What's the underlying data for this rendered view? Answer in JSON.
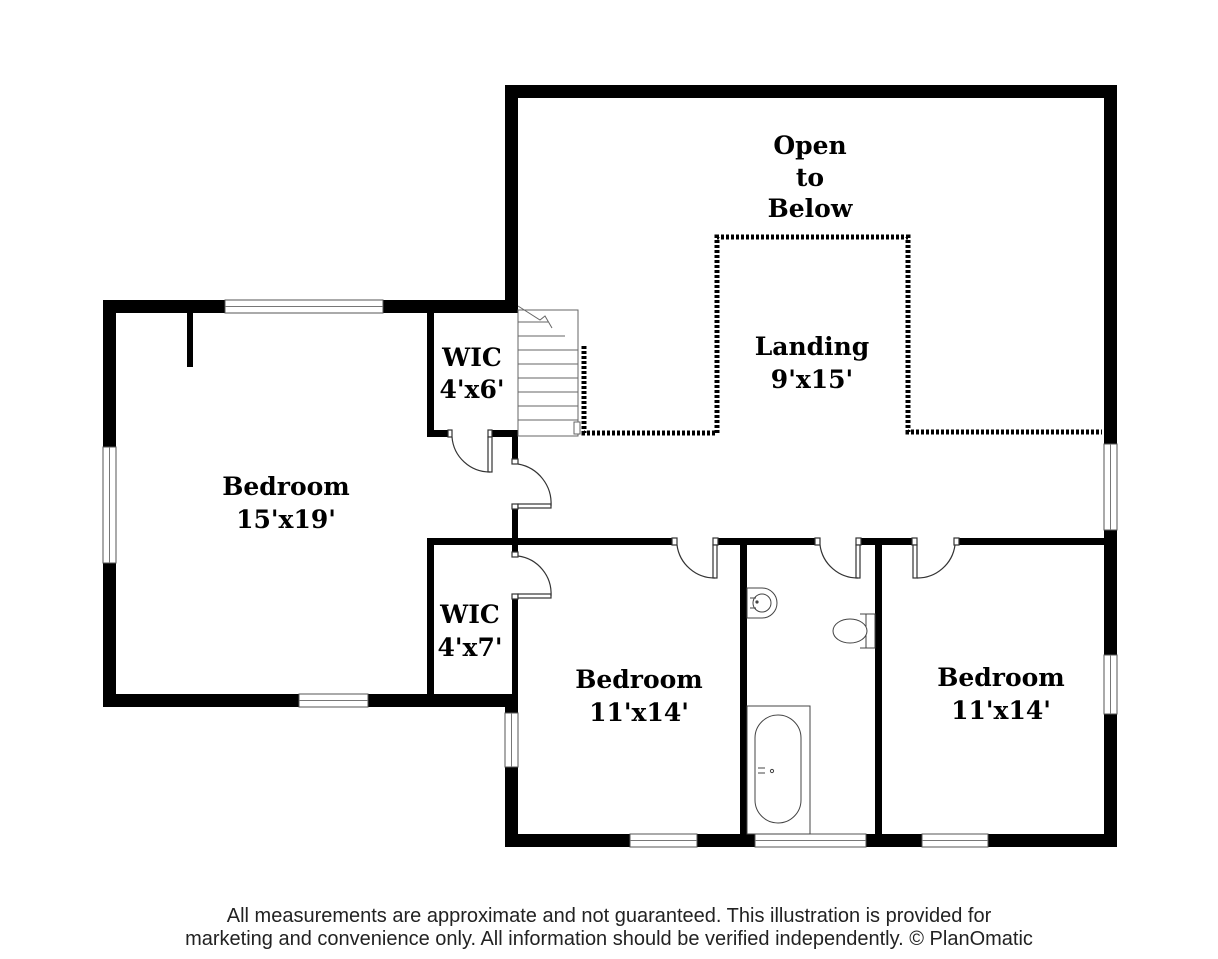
{
  "rooms": {
    "open_to_below": {
      "line1": "Open",
      "line2": "to",
      "line3": "Below"
    },
    "landing": {
      "name": "Landing",
      "size": "9'x15'"
    },
    "master_bedroom": {
      "name": "Bedroom",
      "size": "15'x19'"
    },
    "wic_upper": {
      "name": "WIC",
      "size": "4'x6'"
    },
    "wic_lower": {
      "name": "WIC",
      "size": "4'x7'"
    },
    "bedroom_center": {
      "name": "Bedroom",
      "size": "11'x14'"
    },
    "bedroom_right": {
      "name": "Bedroom",
      "size": "11'x14'"
    }
  },
  "footer": {
    "line1": "All measurements are approximate and not guaranteed. This illustration is provided for",
    "line2": "marketing and convenience only. All information should be verified independently. © PlanOmatic"
  }
}
